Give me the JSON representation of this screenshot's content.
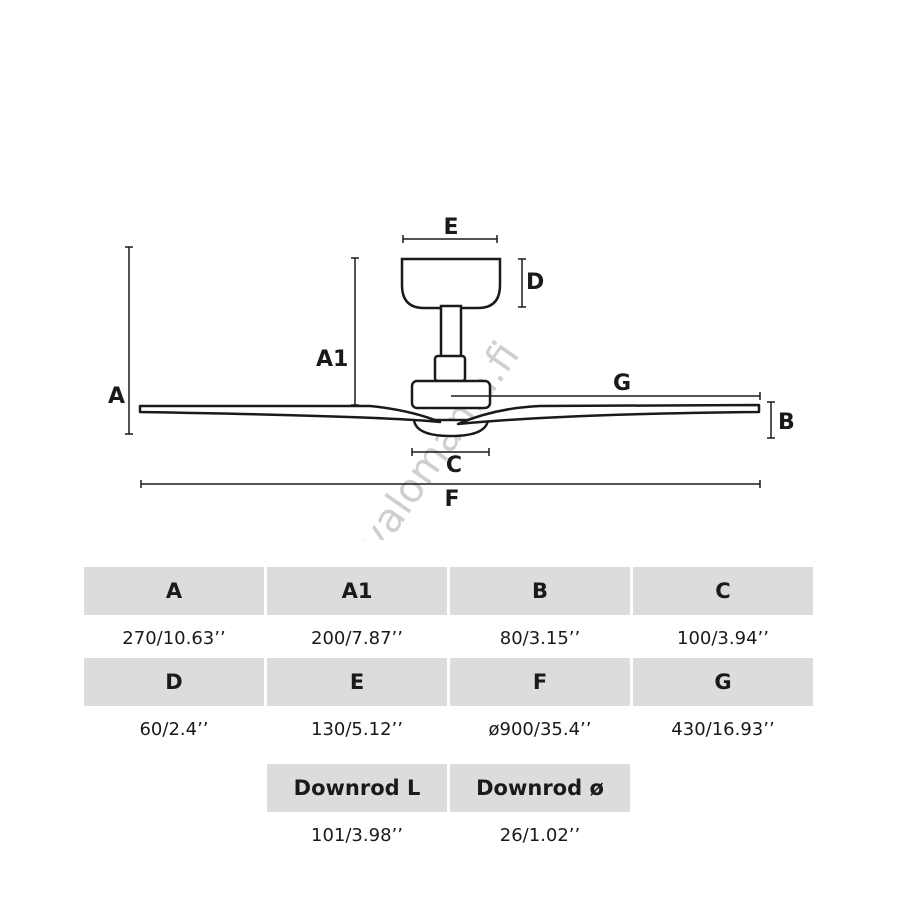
{
  "watermark": "valomania.fi",
  "diagram_labels": {
    "A": "A",
    "A1": "A1",
    "B": "B",
    "C": "C",
    "D": "D",
    "E": "E",
    "F": "F",
    "G": "G"
  },
  "table": {
    "row1": [
      {
        "head": "A",
        "value": "270/10.63’’"
      },
      {
        "head": "A1",
        "value": "200/7.87’’"
      },
      {
        "head": "B",
        "value": "80/3.15’’"
      },
      {
        "head": "C",
        "value": "100/3.94’’"
      }
    ],
    "row2": [
      {
        "head": "D",
        "value": "60/2.4’’"
      },
      {
        "head": "E",
        "value": "130/5.12’’"
      },
      {
        "head": "F",
        "value": "ø900/35.4’’"
      },
      {
        "head": "G",
        "value": "430/16.93’’"
      }
    ],
    "row3": [
      {
        "head": "Downrod L",
        "value": "101/3.98’’"
      },
      {
        "head": "Downrod ø",
        "value": "26/1.02’’"
      }
    ]
  }
}
